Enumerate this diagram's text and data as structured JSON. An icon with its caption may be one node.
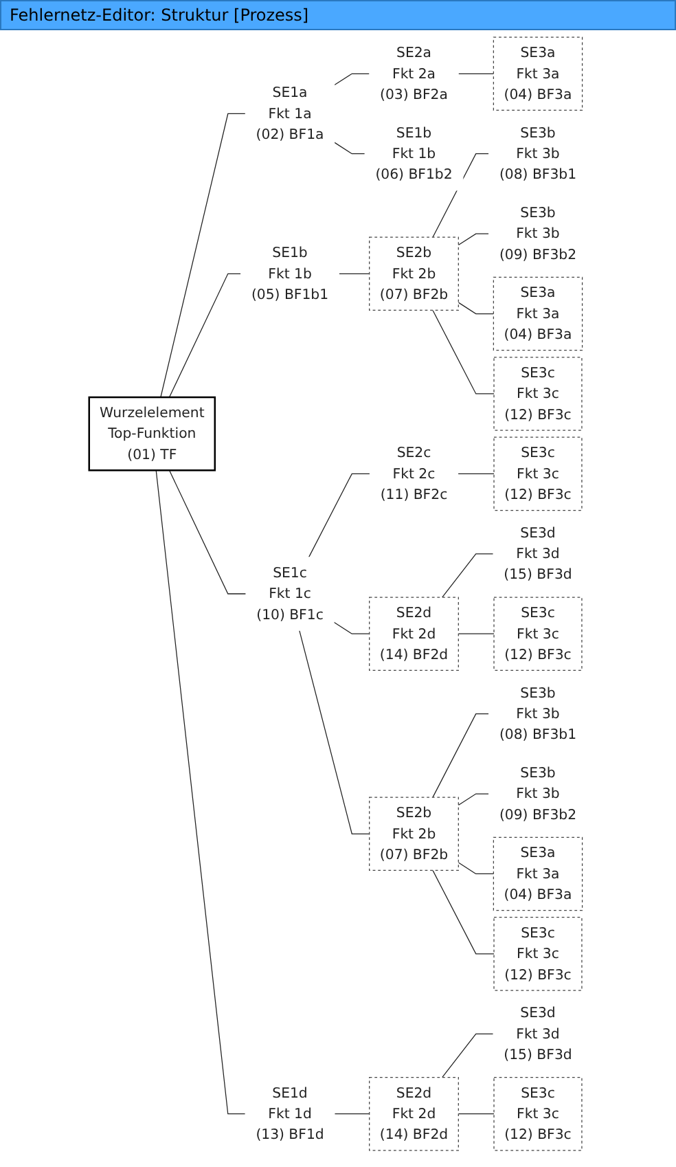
{
  "diagram": {
    "title": "Fehlernetz-Editor: Struktur [Prozess]",
    "nodes": [
      {
        "text": [
          "Wurzelelement",
          "Top-Funktion",
          "(01) TF"
        ]
      },
      {
        "text": [
          "SE1a",
          "Fkt 1a",
          "(02) BF1a"
        ]
      },
      {
        "text": [
          "SE2a",
          "Fkt 2a",
          "(03) BF2a"
        ]
      },
      {
        "text": [
          "SE3a",
          "Fkt 3a",
          "(04) BF3a"
        ]
      },
      {
        "text": [
          "SE1b",
          "Fkt 1b",
          "(06) BF1b2"
        ]
      },
      {
        "text": [
          "SE1b",
          "Fkt 1b",
          "(05) BF1b1"
        ]
      },
      {
        "text": [
          "SE2b",
          "Fkt 2b",
          "(07) BF2b"
        ]
      },
      {
        "text": [
          "SE3b",
          "Fkt 3b",
          "(08) BF3b1"
        ]
      },
      {
        "text": [
          "SE3b",
          "Fkt 3b",
          "(09) BF3b2"
        ]
      },
      {
        "text": [
          "SE3a",
          "Fkt 3a",
          "(04) BF3a"
        ]
      },
      {
        "text": [
          "SE3c",
          "Fkt 3c",
          "(12) BF3c"
        ]
      },
      {
        "text": [
          "SE1c",
          "Fkt 1c",
          "(10) BF1c"
        ]
      },
      {
        "text": [
          "SE2c",
          "Fkt 2c",
          "(11) BF2c"
        ]
      },
      {
        "text": [
          "SE3c",
          "Fkt 3c",
          "(12) BF3c"
        ]
      },
      {
        "text": [
          "SE2d",
          "Fkt 2d",
          "(14) BF2d"
        ]
      },
      {
        "text": [
          "SE3d",
          "Fkt 3d",
          "(15) BF3d"
        ]
      },
      {
        "text": [
          "SE3c",
          "Fkt 3c",
          "(12) BF3c"
        ]
      },
      {
        "text": [
          "SE2b",
          "Fkt 2b",
          "(07) BF2b"
        ]
      },
      {
        "text": [
          "SE3b",
          "Fkt 3b",
          "(08) BF3b1"
        ]
      },
      {
        "text": [
          "SE3b",
          "Fkt 3b",
          "(09) BF3b2"
        ]
      },
      {
        "text": [
          "SE3a",
          "Fkt 3a",
          "(04) BF3a"
        ]
      },
      {
        "text": [
          "SE3c",
          "Fkt 3c",
          "(12) BF3c"
        ]
      },
      {
        "text": [
          "SE1d",
          "Fkt 1d",
          "(13) BF1d"
        ]
      },
      {
        "text": [
          "SE2d",
          "Fkt 2d",
          "(14) BF2d"
        ]
      },
      {
        "text": [
          "SE3d",
          "Fkt 3d",
          "(15) BF3d"
        ]
      },
      {
        "text": [
          "SE3c",
          "Fkt 3c",
          "(12) BF3c"
        ]
      }
    ],
    "edges": [
      {
        "from": 0,
        "to": 1,
        "arrow": "none"
      },
      {
        "from": 0,
        "to": 5,
        "arrow": "none"
      },
      {
        "from": 0,
        "to": 11,
        "arrow": "none"
      },
      {
        "from": 0,
        "to": 22,
        "arrow": "none"
      },
      {
        "from": 1,
        "to": 2,
        "arrow": "none"
      },
      {
        "from": 1,
        "to": 4,
        "arrow": "none"
      },
      {
        "from": 2,
        "to": 3,
        "arrow": "none"
      },
      {
        "from": 5,
        "to": 6,
        "arrow": "none"
      },
      {
        "from": 6,
        "to": 7,
        "arrow": "none"
      },
      {
        "from": 6,
        "to": 8,
        "arrow": "none"
      },
      {
        "from": 6,
        "to": 9,
        "arrow": "none"
      },
      {
        "from": 6,
        "to": 10,
        "arrow": "none"
      },
      {
        "from": 11,
        "to": 12,
        "arrow": "none"
      },
      {
        "from": 11,
        "to": 14,
        "arrow": "none"
      },
      {
        "from": 11,
        "to": 17,
        "arrow": "none"
      },
      {
        "from": 12,
        "to": 13,
        "arrow": "none"
      },
      {
        "from": 14,
        "to": 15,
        "arrow": "none"
      },
      {
        "from": 14,
        "to": 16,
        "arrow": "none"
      },
      {
        "from": 17,
        "to": 18,
        "arrow": "none"
      },
      {
        "from": 17,
        "to": 19,
        "arrow": "none"
      },
      {
        "from": 17,
        "to": 20,
        "arrow": "none"
      },
      {
        "from": 17,
        "to": 21,
        "arrow": "none"
      },
      {
        "from": 22,
        "to": 23,
        "arrow": "none"
      },
      {
        "from": 23,
        "to": 24,
        "arrow": "none"
      },
      {
        "from": 23,
        "to": 25,
        "arrow": "none"
      }
    ]
  }
}
